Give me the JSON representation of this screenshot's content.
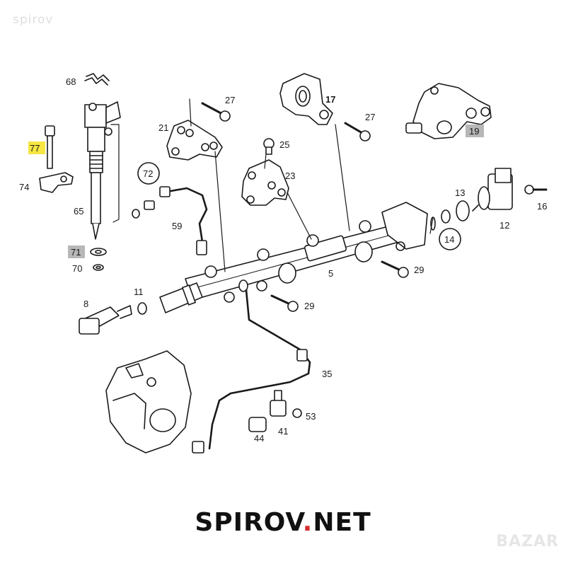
{
  "watermark": "spirov",
  "brand": {
    "name": "SPIROV",
    "dot": ".",
    "tld": "NET"
  },
  "corner_logo": "BAZAR",
  "highlight_color": "#f5e642",
  "gray_box_color": "#b7b7b7",
  "labels": {
    "l68": "68",
    "l77": "77",
    "l74": "74",
    "l65": "65",
    "l71": "71",
    "l70": "70",
    "l8": "8",
    "l11": "11",
    "l21": "21",
    "l27a": "27",
    "l72": "72",
    "l59": "59",
    "l17": "17",
    "l27b": "27",
    "l25": "25",
    "l23": "23",
    "l19": "19",
    "l13": "13",
    "l16": "16",
    "l12": "12",
    "l14": "14",
    "l5": "5",
    "l29a": "29",
    "l29b": "29",
    "l35": "35",
    "l53": "53",
    "l41": "41",
    "l44": "44"
  }
}
